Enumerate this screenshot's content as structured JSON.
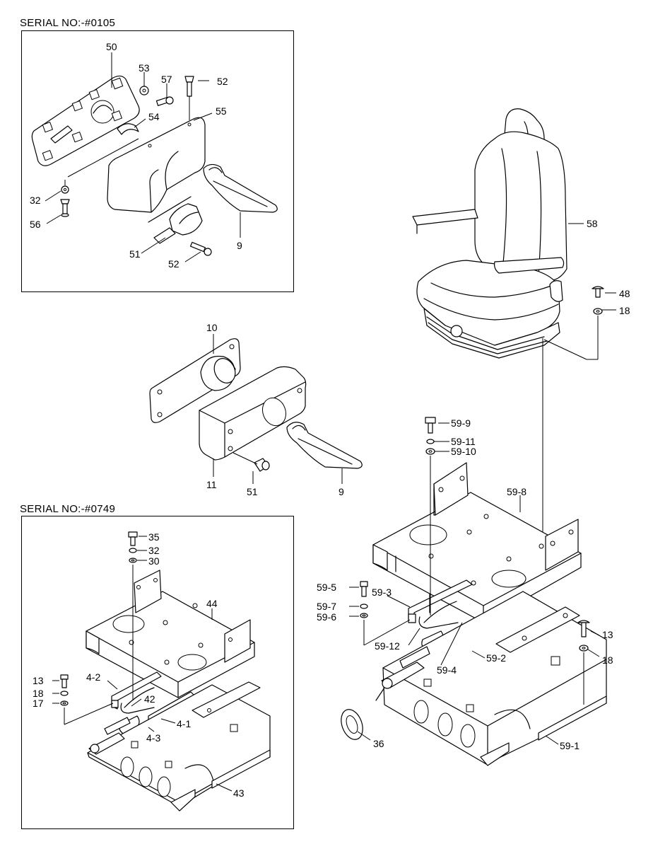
{
  "serial_labels": {
    "top": "SERIAL NO:-#0105",
    "bottom": "SERIAL NO:-#0749"
  },
  "callouts": {
    "c50": "50",
    "c53": "53",
    "c57": "57",
    "c52a": "52",
    "c55": "55",
    "c54": "54",
    "c32a": "32",
    "c56": "56",
    "c51a": "51",
    "c52b": "52",
    "c9a": "9",
    "c10": "10",
    "c11": "11",
    "c51b": "51",
    "c9b": "9",
    "c58": "58",
    "c48": "48",
    "c18a": "18",
    "c59_9": "59-9",
    "c59_11": "59-11",
    "c59_10": "59-10",
    "c59_8": "59-8",
    "c59_5": "59-5",
    "c59_3": "59-3",
    "c59_7": "59-7",
    "c59_6": "59-6",
    "c59_12": "59-12",
    "c59_4": "59-4",
    "c59_2": "59-2",
    "c13a": "13",
    "c18b": "18",
    "c36": "36",
    "c59_1": "59-1",
    "c35": "35",
    "c32b": "32",
    "c30": "30",
    "c44": "44",
    "c13b": "13",
    "c18c": "18",
    "c17": "17",
    "c4_2": "4-2",
    "c42": "42",
    "c4_1": "4-1",
    "c4_3": "4-3",
    "c43": "43"
  }
}
